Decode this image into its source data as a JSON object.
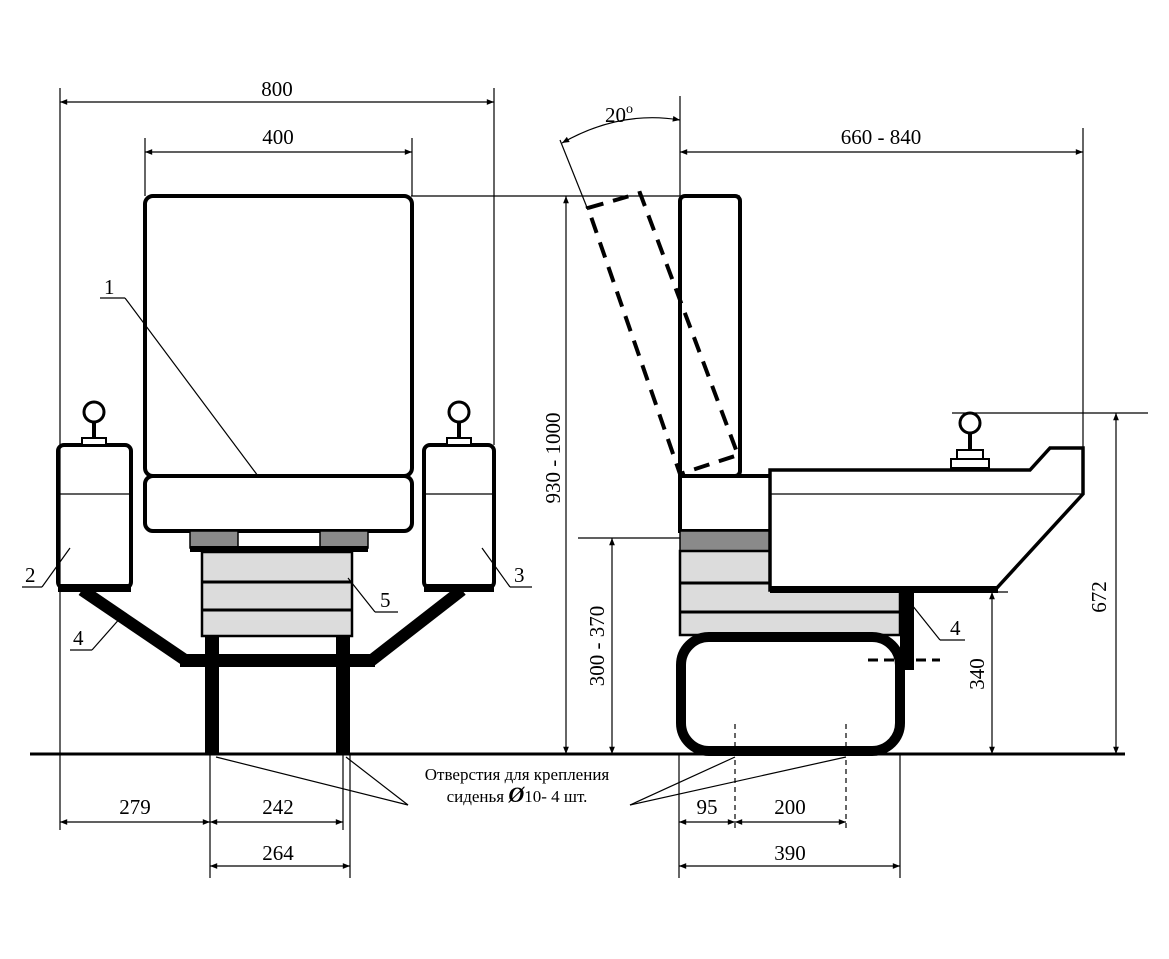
{
  "dimensions": {
    "total_width": "800",
    "back_width": "400",
    "tilt_angle": "20",
    "depth_range": "660 - 840",
    "height_range": "930 - 1000",
    "seat_height_range": "300 - 370",
    "armrest_height": "672",
    "bracket_height": "340",
    "left_offset": "279",
    "leg_spacing": "242",
    "base_width": "264",
    "hole_offset": "95",
    "hole_spacing": "200",
    "base_depth": "390"
  },
  "callouts": [
    "1",
    "2",
    "3",
    "4",
    "5",
    "4"
  ],
  "note": {
    "line1": "Отверстия для крепления",
    "line2_prefix": "сиденья ",
    "line2_symbol": "Ø",
    "line2_suffix": "10- 4 шт."
  }
}
